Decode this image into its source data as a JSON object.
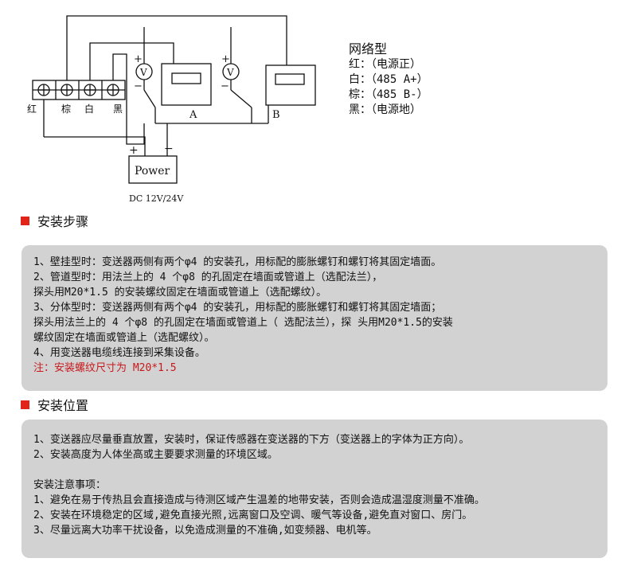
{
  "diagram": {
    "terminals": [
      "红",
      "棕",
      "白",
      "黑"
    ],
    "meter_a": "A",
    "meter_b": "B",
    "voltmeter_symbol": "V",
    "plus": "+",
    "minus": "−",
    "power_label": "Power",
    "dc_label": "DC 12V/24V"
  },
  "legend": {
    "title": "网络型",
    "items": [
      "红：（电源正）",
      "白：（485 A+）",
      "棕：（485 B-）",
      "黑：（电源地）"
    ]
  },
  "section1": {
    "title": "安装步骤",
    "lines": [
      "1、壁挂型时：变送器两侧有两个φ4 的安装孔，用标配的膨胀螺钉和螺钉将其固定墙面。",
      "2、管道型时：用法兰上的 4 个φ8 的孔固定在墙面或管道上（选配法兰），",
      "探头用M20*1.5 的安装螺纹固定在墙面或管道上（选配螺纹）。",
      "3、分体型时：变送器两侧有两个φ4 的安装孔，用标配的膨胀螺钉和螺钉将其固定墙面；",
      "探头用法兰上的 4 个φ8 的孔固定在墙面或管道上（ 选配法兰），探 头用M20*1.5的安装",
      "螺纹固定在墙面或管道上（选配螺纹）。",
      "4、用变送器电缆线连接到采集设备。"
    ],
    "note": "注：安装螺纹尺寸为 M20*1.5"
  },
  "section2": {
    "title": "安装位置",
    "lines": [
      "1、变送器应尽量垂直放置，安装时，保证传感器在变送器的下方（变送器上的字体为正方向）。",
      "2、安装高度为人体坐高或主要要求测量的环境区域。"
    ],
    "notice_title": "安装注意事项：",
    "notice_lines": [
      "1、避免在易于传热且会直接造成与待测区域产生温差的地带安装，否则会造成温湿度测量不准确。",
      "2、安装在环境稳定的区域,避免直接光照,远离窗口及空调、暖气等设备,避免直对窗口、房门。",
      "3、尽量远离大功率干扰设备，以免造成测量的不准确,如变频器、电机等。"
    ]
  },
  "colors": {
    "accent": "#e2231a",
    "note_text": "#c8181b",
    "panel_bg": "#d2d2d2"
  }
}
